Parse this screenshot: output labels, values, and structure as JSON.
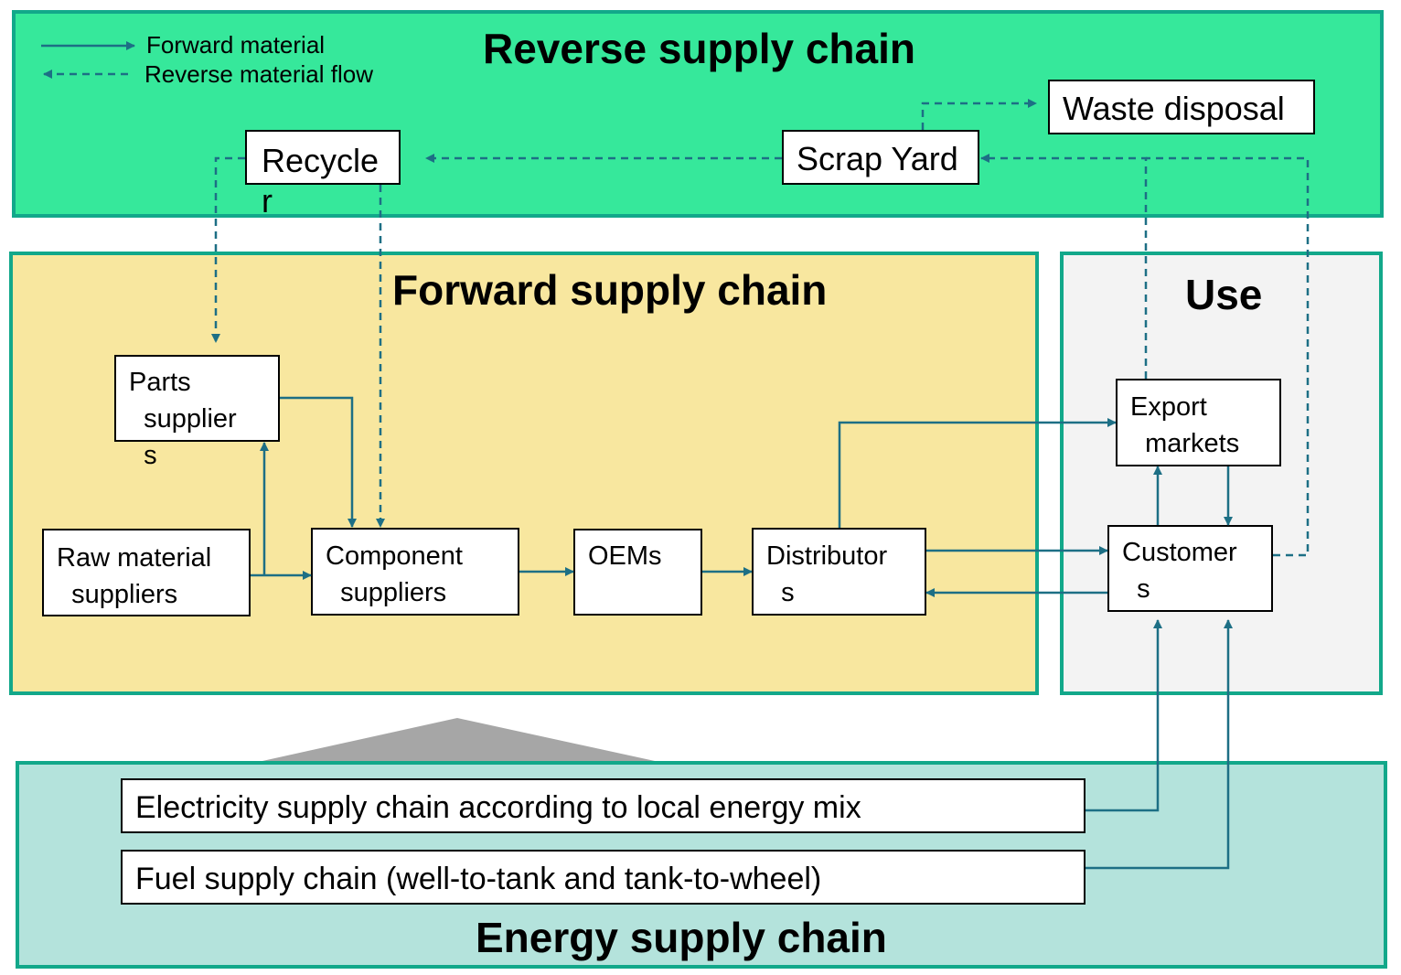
{
  "colors": {
    "reverse_bg": "#36e89b",
    "forward_bg": "#f8e79f",
    "use_bg": "#f3f3f3",
    "energy_bg": "#b4e3dc",
    "border": "#12a88a",
    "arrow": "#1d6f85",
    "connector": "#a6a6a6"
  },
  "legend": {
    "forward": "Forward material",
    "reverse": "Reverse material flow"
  },
  "regions": {
    "reverse": "Reverse supply chain",
    "forward": "Forward supply chain",
    "use": "Use",
    "energy": "Energy supply chain"
  },
  "nodes": {
    "waste_disposal": "Waste disposal",
    "scrap_yard": "Scrap Yard",
    "recycler": "Recycle\nr",
    "parts_suppliers": "Parts\n  supplier\n  s",
    "raw_material_suppliers": "Raw material\n  suppliers",
    "component_suppliers": "Component\n  suppliers",
    "oems": "OEMs",
    "distributors": "Distributor\n  s",
    "export_markets": "Export\n  markets",
    "customers": "Customer\n  s",
    "electricity": "Electricity supply chain according to local energy mix",
    "fuel": "Fuel supply chain (well-to-tank and tank-to-wheel)"
  }
}
